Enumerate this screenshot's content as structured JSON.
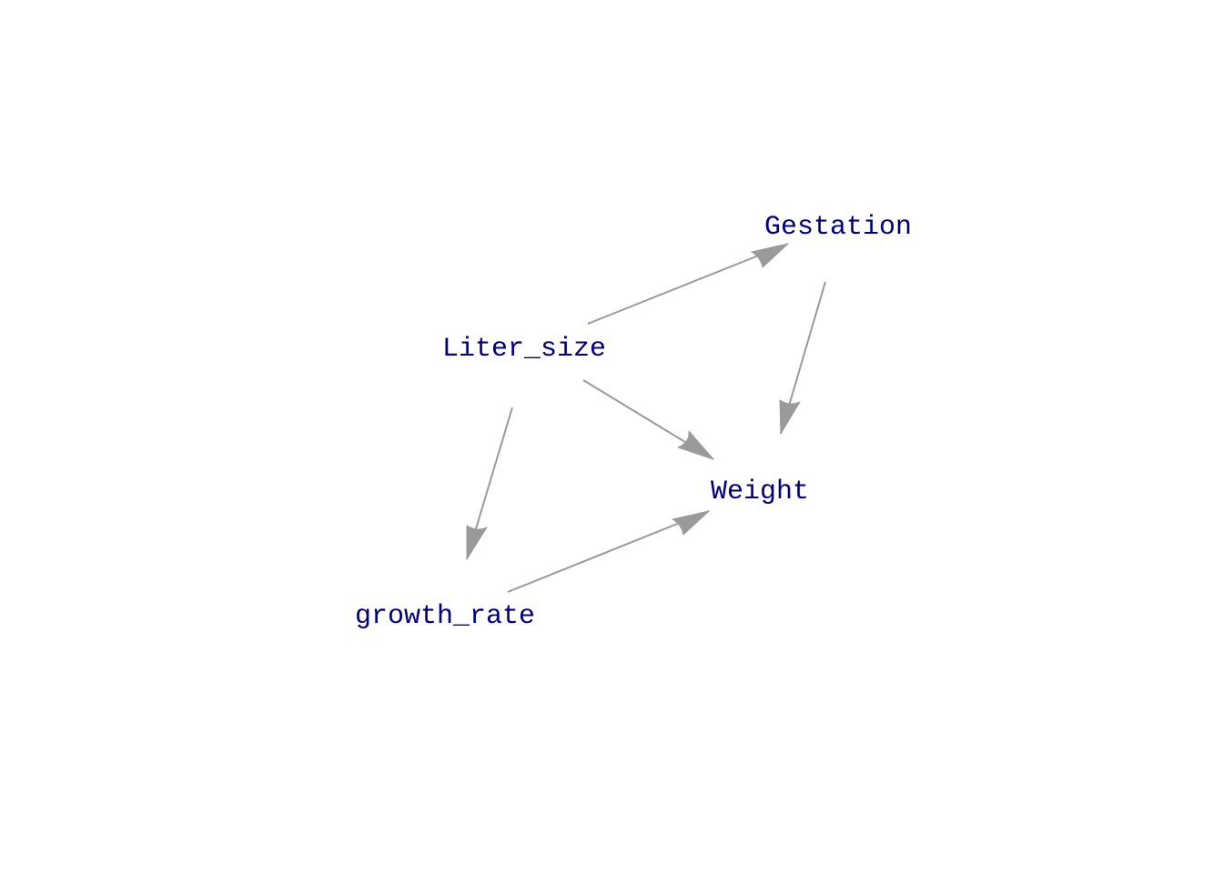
{
  "diagram": {
    "type": "directed-acyclic-graph",
    "colors": {
      "node_text": "#00007f",
      "edge": "#9a9a9a",
      "background": "#ffffff"
    },
    "nodes": [
      {
        "id": "gestation",
        "label": "Gestation"
      },
      {
        "id": "liter_size",
        "label": "Liter_size"
      },
      {
        "id": "weight",
        "label": "Weight"
      },
      {
        "id": "growth_rate",
        "label": "growth_rate"
      }
    ],
    "edges": [
      {
        "from": "liter_size",
        "to": "gestation"
      },
      {
        "from": "gestation",
        "to": "weight"
      },
      {
        "from": "liter_size",
        "to": "weight"
      },
      {
        "from": "liter_size",
        "to": "growth_rate"
      },
      {
        "from": "growth_rate",
        "to": "weight"
      }
    ]
  }
}
